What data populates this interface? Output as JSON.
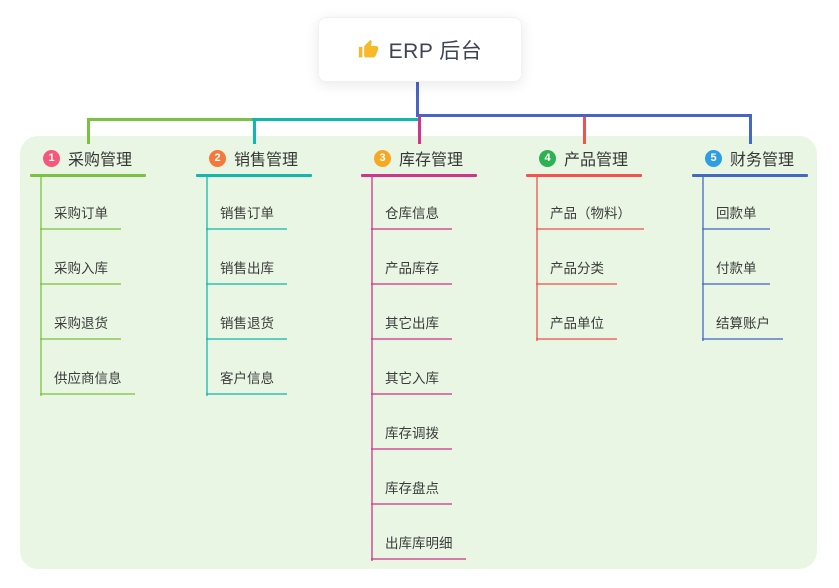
{
  "root": {
    "label": "ERP 后台",
    "icon": "thumbs-up-icon",
    "icon_color": "#f7b928",
    "connector_color": "#4a63c8"
  },
  "panel_bg": "#e8f6e3",
  "branches": [
    {
      "num": "1",
      "label": "采购管理",
      "badge_color": "#f4597b",
      "line_color": "#7cc242",
      "children": [
        "采购订单",
        "采购入库",
        "采购退货",
        "供应商信息"
      ]
    },
    {
      "num": "2",
      "label": "销售管理",
      "badge_color": "#f5793b",
      "line_color": "#12b8ae",
      "children": [
        "销售订单",
        "销售出库",
        "销售退货",
        "客户信息"
      ]
    },
    {
      "num": "3",
      "label": "库存管理",
      "badge_color": "#f7a822",
      "line_color": "#d0348d",
      "children": [
        "仓库信息",
        "产品库存",
        "其它出库",
        "其它入库",
        "库存调拨",
        "库存盘点",
        "出库库明细"
      ]
    },
    {
      "num": "4",
      "label": "产品管理",
      "badge_color": "#2eb150",
      "line_color": "#f3534e",
      "children": [
        "产品（物料）",
        "产品分类",
        "产品单位"
      ]
    },
    {
      "num": "5",
      "label": "财务管理",
      "badge_color": "#2f9de2",
      "line_color": "#4568c6",
      "children": [
        "回款单",
        "付款单",
        "结算账户"
      ]
    }
  ]
}
